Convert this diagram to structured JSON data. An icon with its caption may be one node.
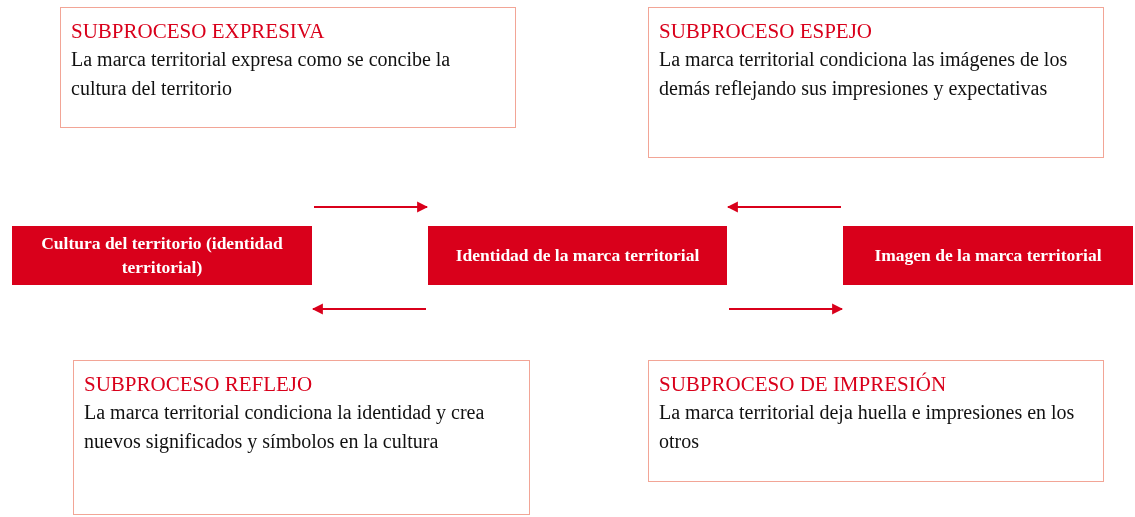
{
  "diagram": {
    "nodes": [
      {
        "text": [
          "SUBPROCESO EXPRESIVA",
          "La marca territorial expresa como se concibe la cultura del territorio"
        ]
      },
      {
        "text": [
          "SUBPROCESO ESPEJO",
          "La marca territorial condiciona las imágenes de los demás reflejando sus impresiones y expectativas"
        ]
      },
      {
        "text": [
          "Cultura del territorio (identidad territorial)"
        ]
      },
      {
        "text": [
          "Identidad de la marca territorial"
        ]
      },
      {
        "text": [
          "Imagen de la marca territorial"
        ]
      },
      {
        "text": [
          "SUBPROCESO REFLEJO",
          "La marca territorial condiciona la identidad y crea nuevos significados y símbolos en la cultura"
        ]
      },
      {
        "text": [
          "SUBPROCESO DE IMPRESIÓN",
          "La marca territorial deja huella e impresiones en los otros"
        ]
      }
    ],
    "edges": [
      {
        "from": 2,
        "to": 3,
        "arrow": "to"
      },
      {
        "from": 3,
        "to": 2,
        "arrow": "to"
      },
      {
        "from": 4,
        "to": 3,
        "arrow": "to"
      },
      {
        "from": 3,
        "to": 4,
        "arrow": "to"
      }
    ]
  }
}
